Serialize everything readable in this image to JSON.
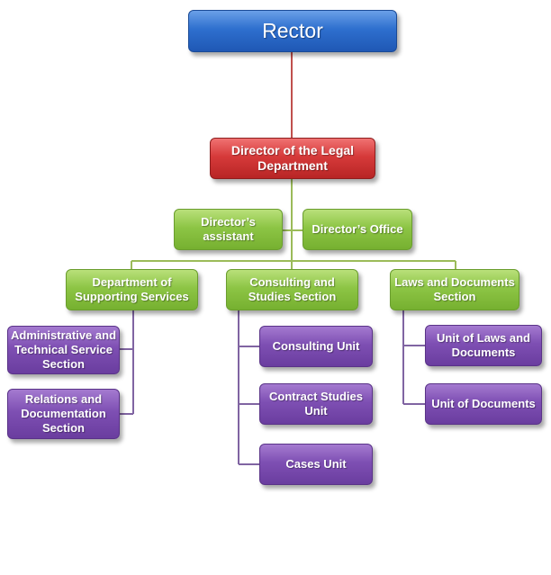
{
  "chart": {
    "nodes": {
      "rector": "Rector",
      "director": "Director of the Legal Department",
      "assistant": "Director’s assistant",
      "office": "Director’s Office",
      "supporting": "Department of Supporting Services",
      "consulting": "Consulting and Studies Section",
      "laws": "Laws and Documents Section",
      "admin_tech": "Administrative and Technical Service Section",
      "relations": "Relations and Documentation Section",
      "consulting_unit": "Consulting Unit",
      "contract_unit": "Contract Studies Unit",
      "cases_unit": "Cases Unit",
      "laws_unit": "Unit of Laws and Documents",
      "documents_unit": "Unit of Documents"
    },
    "colors": {
      "top_line": "#c0504d",
      "green_line": "#9bbb59",
      "purple_line": "#8064a2"
    }
  }
}
